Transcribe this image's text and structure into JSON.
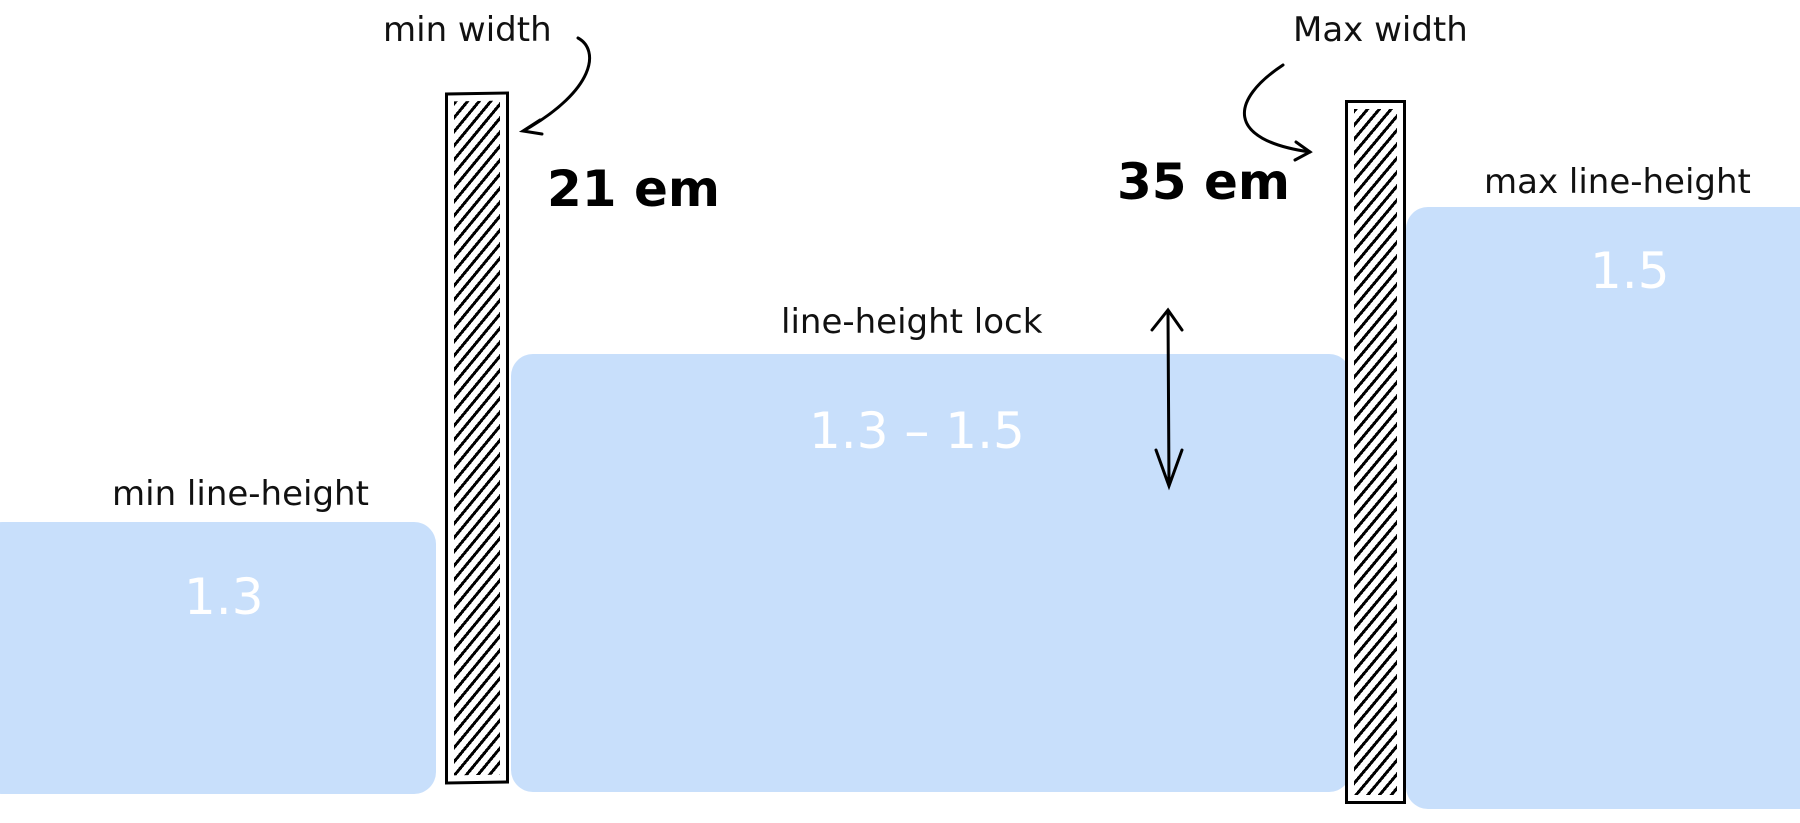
{
  "labels": {
    "min_width": "min width",
    "min_width_value": "21 em",
    "max_width": "Max width",
    "max_width_value": "35 em",
    "min_line_height": "min line-height",
    "min_line_height_value": "1.3",
    "line_height_lock": "line-height lock",
    "line_height_lock_value": "1.3 – 1.5",
    "max_line_height": "max line-height",
    "max_line_height_value": "1.5"
  },
  "colors": {
    "fill": "#c8dffb",
    "ink": "#000000"
  }
}
